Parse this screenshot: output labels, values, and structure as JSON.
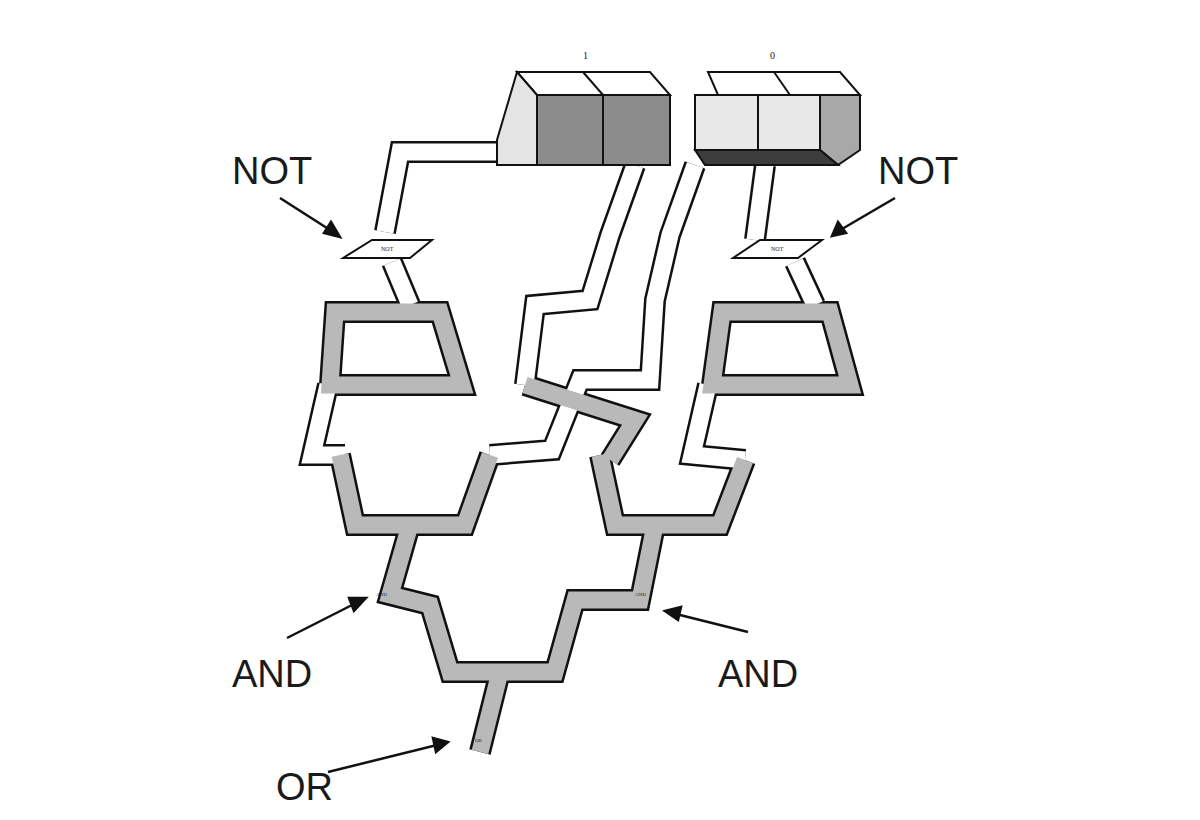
{
  "diagram": {
    "labels": [
      "1",
      "0",
      "NOT",
      "NOT",
      "NOT",
      "NOT",
      "AND",
      "AND",
      "AND",
      "AND",
      "OR",
      "OR"
    ]
  }
}
